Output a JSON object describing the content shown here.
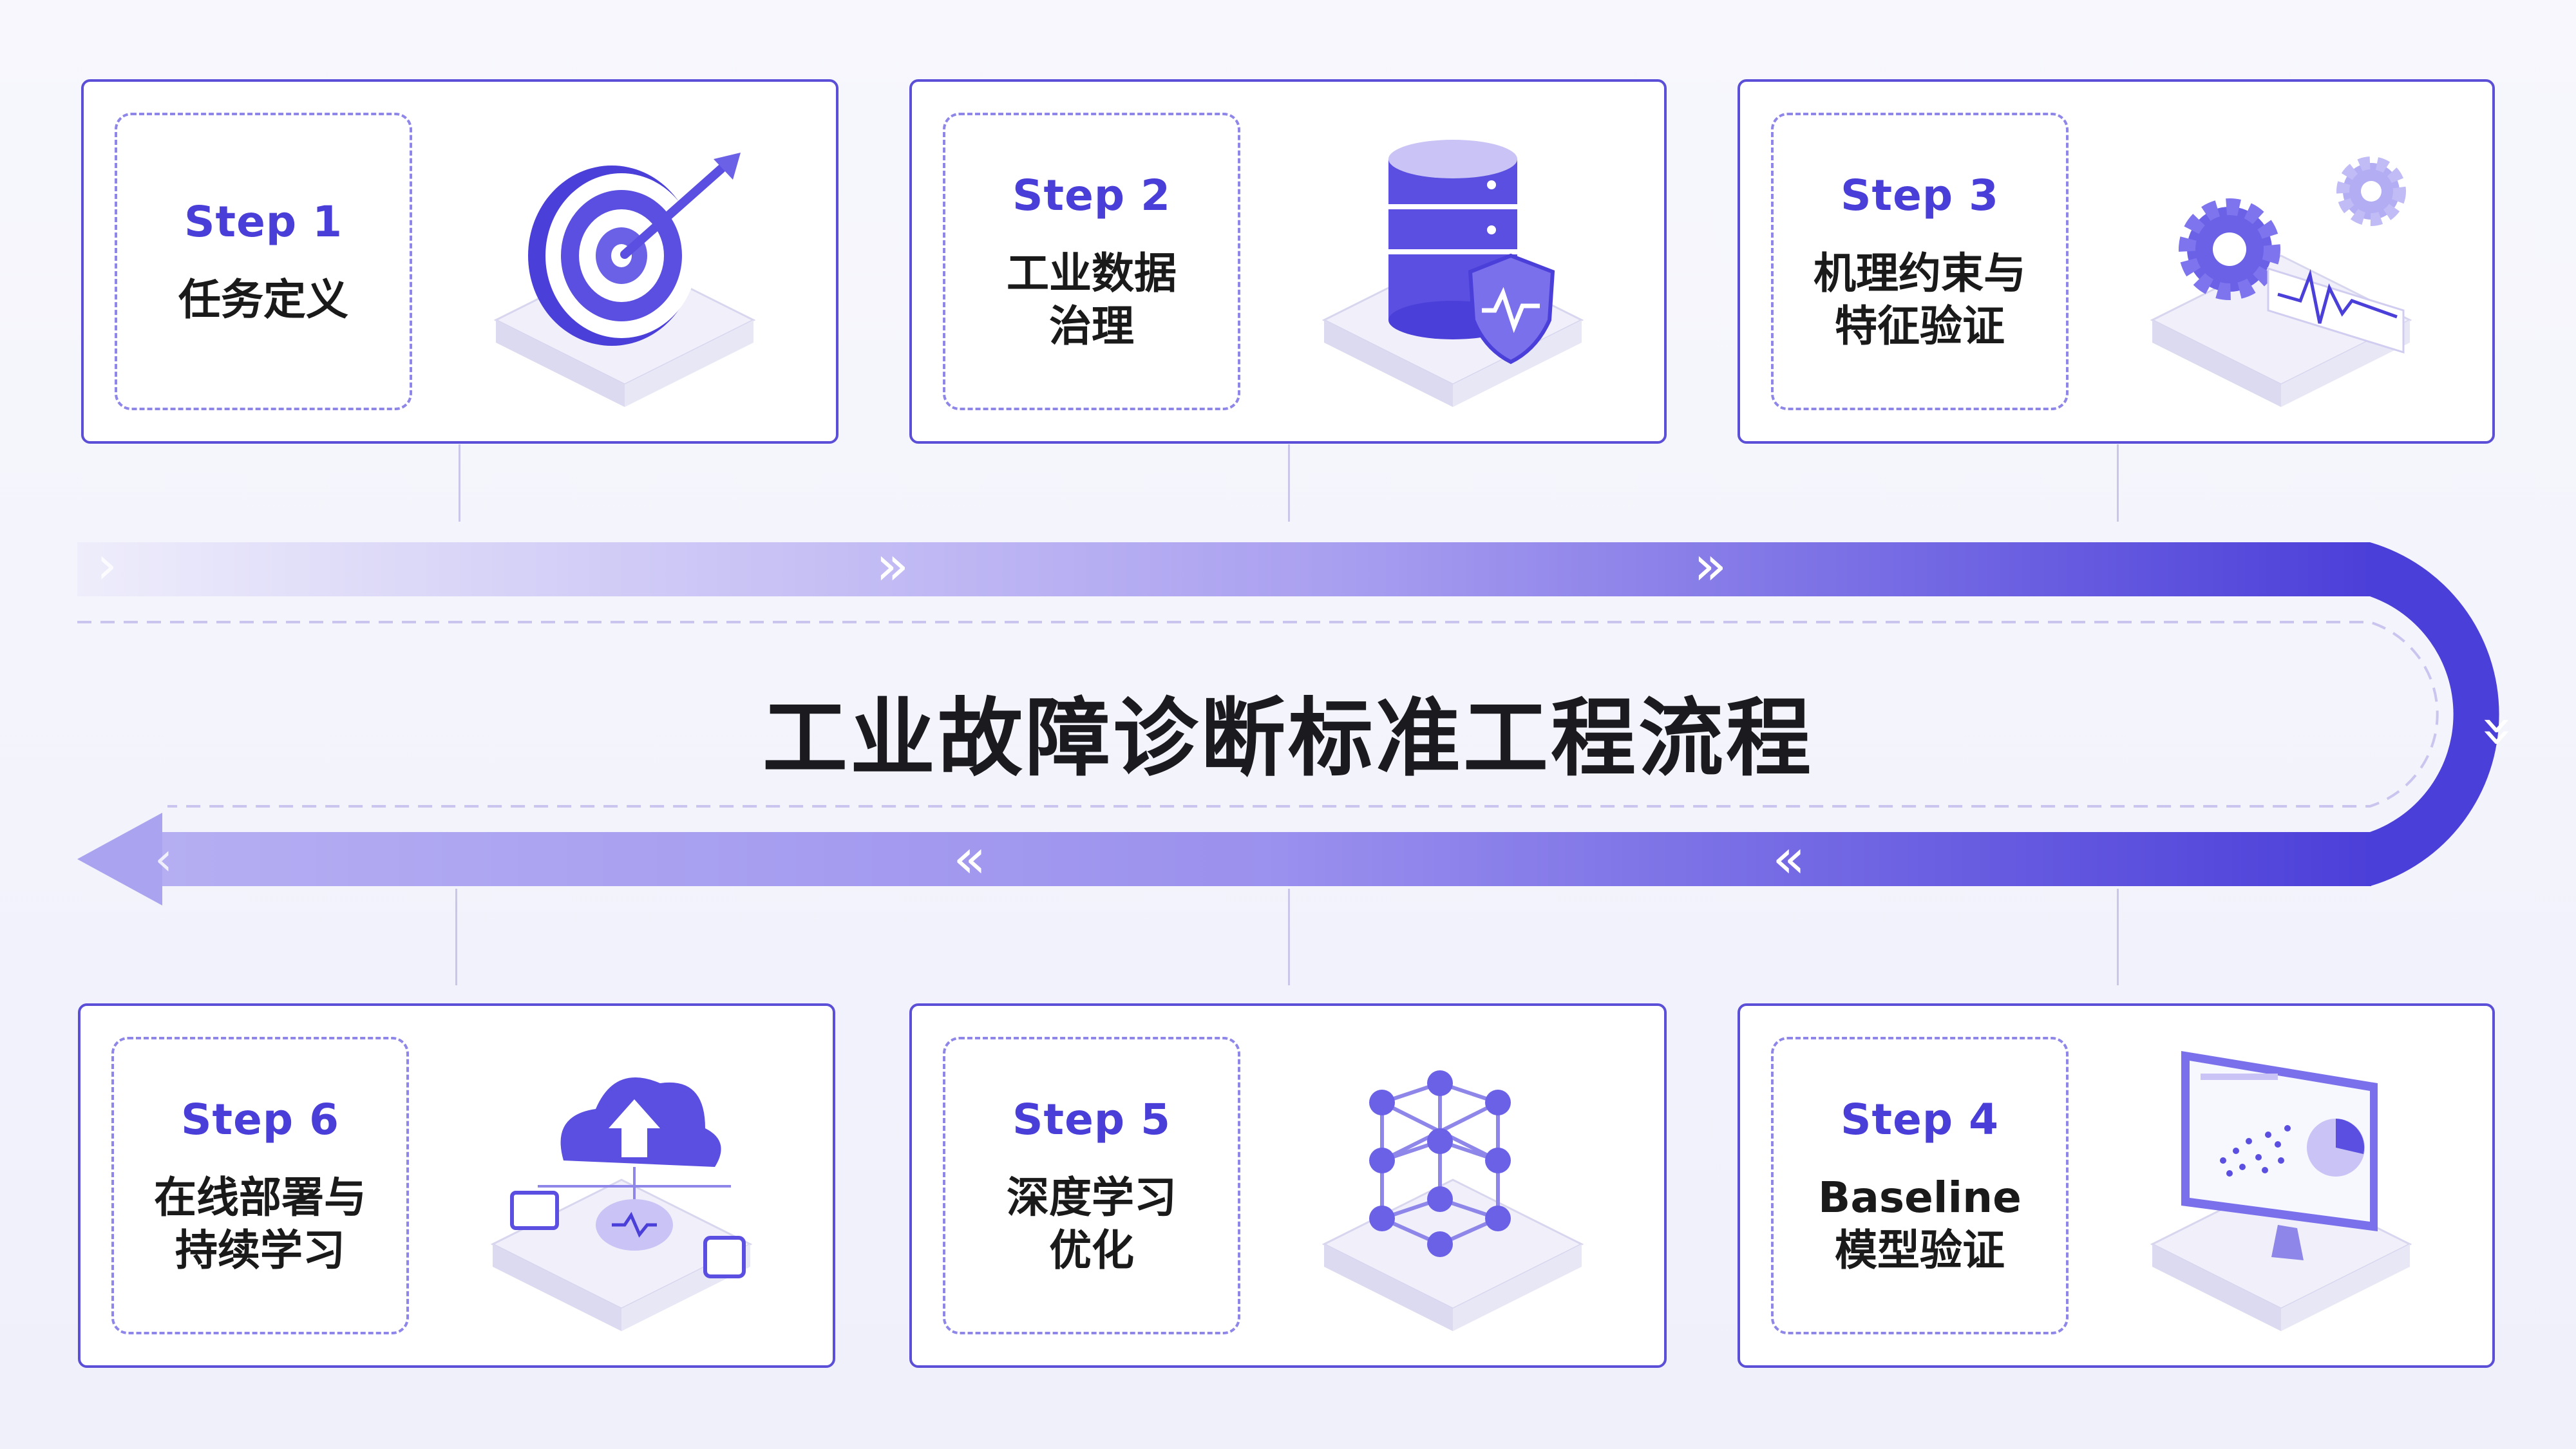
{
  "title": "工业故障诊断标准工程流程",
  "colors": {
    "accent": "#4a3ed8",
    "border": "#5a4fd6",
    "dashed": "#8e86e8",
    "track_start": "#dcdaf7",
    "track_end": "#4b3fd9"
  },
  "steps": [
    {
      "label": "Step 1",
      "text": "任务定义",
      "icon": "target-icon"
    },
    {
      "label": "Step 2",
      "text": "工业数据\n治理",
      "icon": "database-shield-icon"
    },
    {
      "label": "Step 3",
      "text": "机理约束与\n特征验证",
      "icon": "gears-signal-icon"
    },
    {
      "label": "Step 4",
      "text": "Baseline\n模型验证",
      "icon": "monitor-chart-icon"
    },
    {
      "label": "Step 5",
      "text": "深度学习\n优化",
      "icon": "neural-network-icon"
    },
    {
      "label": "Step 6",
      "text": "在线部署与\n持续学习",
      "icon": "cloud-deploy-icon"
    }
  ],
  "arrow_glyphs": {
    "forward": "»",
    "backward": "«",
    "down": "»"
  }
}
